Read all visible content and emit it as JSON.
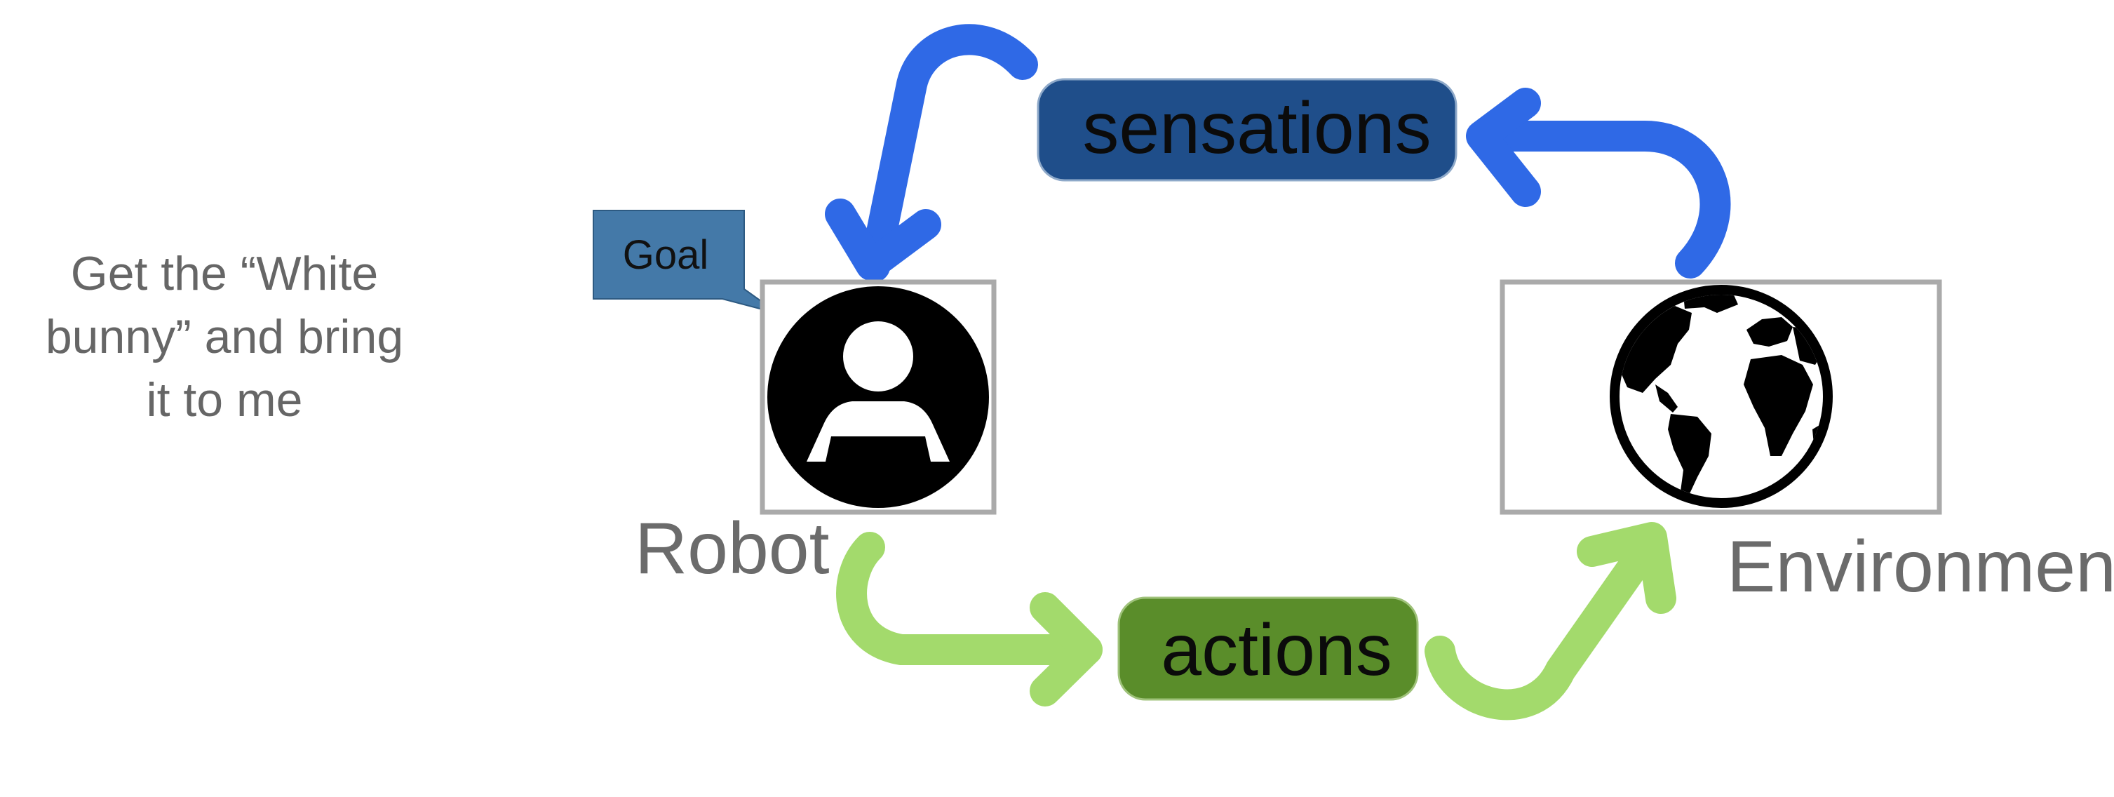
{
  "goal_text": {
    "line1": "Get the “White",
    "line2": "bunny” and bring",
    "line3": "it to me"
  },
  "goal_callout": {
    "label": "Goal",
    "color": "#4479a8"
  },
  "robot": {
    "label": "Robot",
    "icon": "person-icon"
  },
  "environment": {
    "label": "Environment",
    "icon": "globe-icon"
  },
  "sensations": {
    "label": "sensations",
    "color": "#1f4e8a",
    "arrow_color": "#2f69e6"
  },
  "actions": {
    "label": "actions",
    "color": "#5a8d2a",
    "arrow_color": "#a3da6c"
  }
}
